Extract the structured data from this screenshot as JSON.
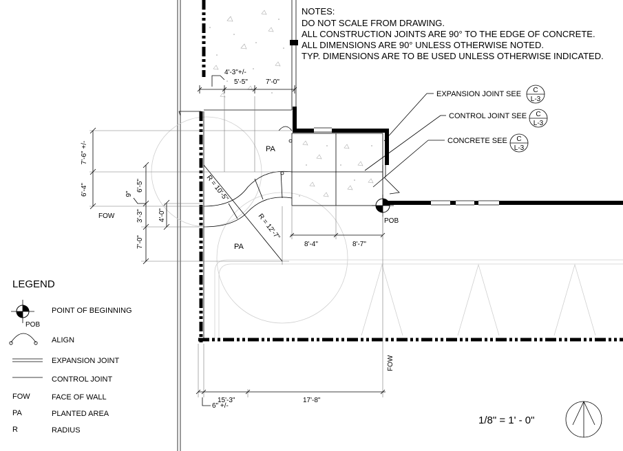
{
  "notes": {
    "title": "NOTES:",
    "lines": [
      "DO NOT SCALE FROM DRAWING.",
      "ALL CONSTRUCTION JOINTS ARE 90° TO THE EDGE OF CONCRETE.",
      "ALL DIMENSIONS ARE 90° UNLESS OTHERWISE NOTED.",
      "TYP. DIMENSIONS ARE TO BE USED UNLESS OTHERWISE INDICATED."
    ]
  },
  "callouts": [
    {
      "label": "EXPANSION JOINT SEE",
      "detail": "C",
      "sheet": "L-3"
    },
    {
      "label": "CONTROL JOINT SEE",
      "detail": "C",
      "sheet": "L-3"
    },
    {
      "label": "CONCRETE SEE",
      "detail": "C",
      "sheet": "L-3"
    }
  ],
  "dimensions": {
    "top_a": "4'-3\"+/-",
    "top_b": "5'-5\"",
    "top_c": "7'-0\"",
    "left_a": "7'-6\" +/-",
    "left_b": "6'-4\"",
    "left_c": "6'-5\"",
    "left_d": "9\"",
    "left_e": "3'-3\"",
    "left_f": "4'-0\"",
    "left_g": "7'-0\"",
    "mid_a": "8'-4\"",
    "mid_b": "8'-7\"",
    "bot_a": "15'-3\"",
    "bot_b": "17'-8\"",
    "bot_c": "6\" +/-",
    "radius_a": "R = 10'-5\"",
    "radius_b": "R = 12'-7\""
  },
  "plan_labels": {
    "pa_upper": "PA",
    "pa_lower": "PA",
    "fow_left": "FOW",
    "fow_bottom": "FOW",
    "pob": "POB"
  },
  "legend": {
    "title": "LEGEND",
    "items": [
      {
        "symbol": "pob",
        "symbol_text": "POB",
        "label": "POINT OF BEGINNING"
      },
      {
        "symbol": "align",
        "symbol_text": "",
        "label": "ALIGN"
      },
      {
        "symbol": "expansion",
        "symbol_text": "",
        "label": "EXPANSION JOINT"
      },
      {
        "symbol": "control",
        "symbol_text": "",
        "label": "CONTROL JOINT"
      },
      {
        "symbol": "text",
        "symbol_text": "FOW",
        "label": "FACE OF WALL"
      },
      {
        "symbol": "text",
        "symbol_text": "PA",
        "label": "PLANTED AREA"
      },
      {
        "symbol": "text",
        "symbol_text": "R",
        "label": "RADIUS"
      }
    ]
  },
  "scale": "1/8\" = 1' - 0\""
}
